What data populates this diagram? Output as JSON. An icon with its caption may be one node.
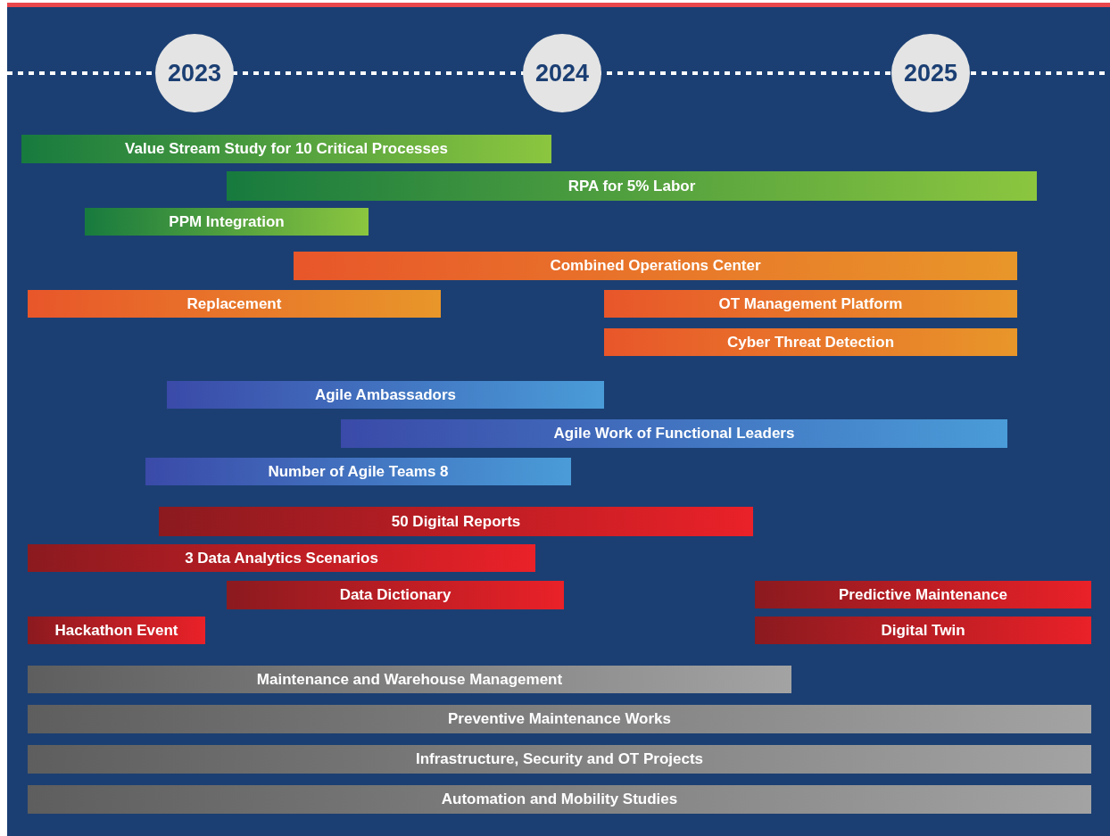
{
  "diagram": {
    "nodes": [
      {
        "text": [
          "2023"
        ]
      },
      {
        "text": [
          "2024"
        ]
      },
      {
        "text": [
          "2025"
        ]
      },
      {
        "text": [
          "Value Stream Study for 10 Critical Processes"
        ]
      },
      {
        "text": [
          "RPA for 5% Labor"
        ]
      },
      {
        "text": [
          "PPM Integration"
        ]
      },
      {
        "text": [
          "Combined Operations Center"
        ]
      },
      {
        "text": [
          "Replacement"
        ]
      },
      {
        "text": [
          "OT Management Platform"
        ]
      },
      {
        "text": [
          "Cyber Threat Detection"
        ]
      },
      {
        "text": [
          "Agile Ambassadors"
        ]
      },
      {
        "text": [
          "Agile Work of Functional Leaders"
        ]
      },
      {
        "text": [
          "Number of Agile Teams 8"
        ]
      },
      {
        "text": [
          "50 Digital Reports"
        ]
      },
      {
        "text": [
          "3 Data Analytics Scenarios"
        ]
      },
      {
        "text": [
          "Data Dictionary"
        ]
      },
      {
        "text": [
          "Predictive Maintenance"
        ]
      },
      {
        "text": [
          "Hackathon Event"
        ]
      },
      {
        "text": [
          "Digital Twin"
        ]
      },
      {
        "text": [
          "Maintenance and Warehouse Management"
        ]
      },
      {
        "text": [
          "Preventive Maintenance Works"
        ]
      },
      {
        "text": [
          "Infrastructure, Security and OT Projects"
        ]
      },
      {
        "text": [
          "Automation and Mobility Studies"
        ]
      }
    ]
  }
}
